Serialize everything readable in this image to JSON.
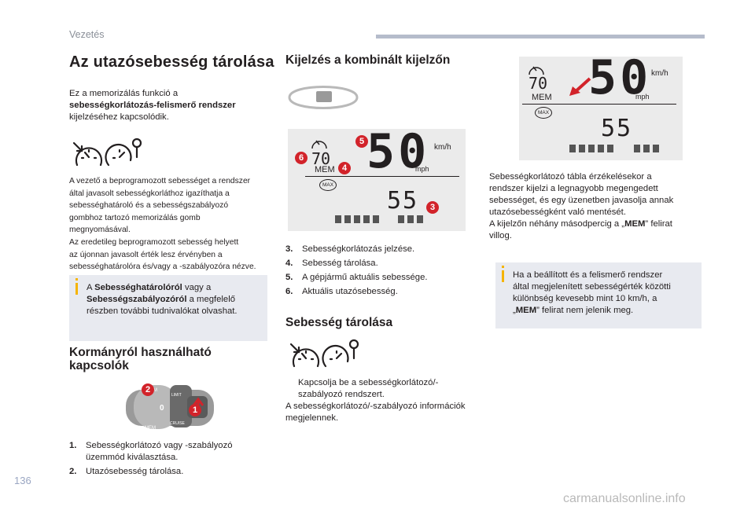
{
  "header": {
    "section": "Vezetés"
  },
  "page_number": "136",
  "watermark": "carmanualsonline.info",
  "col1": {
    "title": "Az utazósebesség tárolása",
    "intro_1": "Ez a memorizálás funkció a",
    "intro_2": "sebességkorlátozás-felismerő rendszer",
    "intro_3": "kijelzéséhez kapcsolódik.",
    "paragraph": [
      "A vezető a beprogramozott sebességet a rendszer",
      "által javasolt sebességkorláthoz igazíthatja a",
      "sebességhatároló és a sebességszabályozó",
      "gombhoz tartozó memorizálás gomb",
      "megnyomásával.",
      "Az eredetileg beprogramozott sebesség helyett",
      "az újonnan javasolt érték lesz érvényben a",
      "sebességhatárolóra és/vagy a -szabályozóra nézve."
    ],
    "note": {
      "prefix": "A ",
      "bold1": "Sebességhatárolóról",
      "mid": " vagy a",
      "bold2": "Sebességszabályozóról",
      "suffix": " a megfelelő",
      "line3": "részben további tudnivalókat olvashat."
    },
    "controls_title_1": "Kormányról használható",
    "controls_title_2": "kapcsolók",
    "stalk": {
      "mem1": "MEM",
      "mem2": "MEM",
      "lim": "LIMIT",
      "cruise": "CRUISE",
      "zero": "0",
      "badge1": "1",
      "badge2": "2"
    },
    "items": [
      {
        "num": "1.",
        "line1": "Sebességkorlátozó vagy -szabályozó",
        "line2": "üzemmód kiválasztása."
      },
      {
        "num": "2.",
        "line1": "Utazósebesség tárolása.",
        "line2": ""
      }
    ]
  },
  "col2": {
    "title": "Kijelzés a kombinált kijelzőn",
    "display": {
      "set_speed": "70",
      "big": "50",
      "unit_kmh": "km/h",
      "unit_mph": "mph",
      "mem": "MEM",
      "max": "MAX",
      "current": "55",
      "b3": "3",
      "b4": "4",
      "b5": "5",
      "b6": "6"
    },
    "items": [
      {
        "num": "3.",
        "text": "Sebességkorlátozás jelzése."
      },
      {
        "num": "4.",
        "text": "Sebesség tárolása."
      },
      {
        "num": "5.",
        "text": "A gépjármű aktuális sebessége."
      },
      {
        "num": "6.",
        "text": "Aktuális utazósebesség."
      }
    ],
    "subtitle": "Sebesség tárolása",
    "bullet_symbol": "",
    "bullet_line1": "Kapcsolja be a sebességkorlátozó/-",
    "bullet_line2": "szabályozó rendszert.",
    "after_1": "A sebességkorlátozó/-szabályozó információk",
    "after_2": "megjelennek."
  },
  "col3": {
    "display": {
      "set_speed": "70",
      "big": "50",
      "unit_kmh": "km/h",
      "unit_mph": "mph",
      "mem": "MEM",
      "max": "MAX",
      "current": "55"
    },
    "paragraph": [
      "Sebességkorlátozó tábla érzékelésekor a",
      "rendszer kijelzi a legnagyobb megengedett",
      "sebességet, és egy üzenetben javasolja annak",
      "utazósebességként való mentését.",
      "A kijelzőn néhány másodpercig a „",
      "MEM",
      "” felirat",
      "villog."
    ],
    "note": [
      "Ha a beállított és a felismerő rendszer",
      "által megjelenített sebességérték közötti",
      "különbség kevesebb mint 10 km/h, a",
      "„",
      "MEM",
      "” felirat nem jelenik meg."
    ]
  }
}
